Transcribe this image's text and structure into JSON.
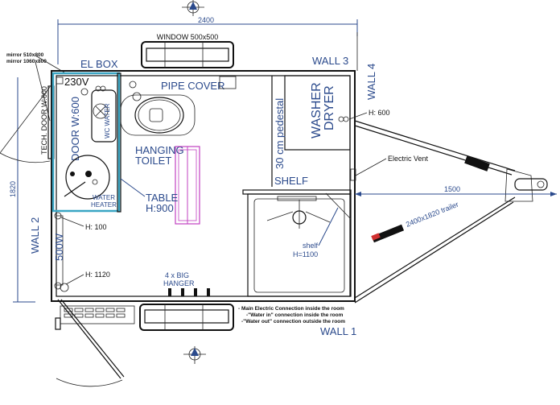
{
  "dimensions": {
    "width": "2400",
    "height": "1820",
    "tongue": "1500"
  },
  "walls": {
    "wall1": "WALL 1",
    "wall2": "WALL 2",
    "wall3": "WALL 3",
    "wall4": "WALL 4"
  },
  "labels": {
    "window": "WINDOW 500x500",
    "el_box": "EL BOX",
    "voltage": "230V",
    "pipe_cover": "PIPE COVER",
    "door": "DOOR W:600",
    "tech_door": "TECH. DOOR W:600",
    "wc_water": "WC WATER",
    "hanging_toilet_1": "HANGING",
    "hanging_toilet_2": "TOILET",
    "table_1": "TABLE",
    "table_2": "H:900",
    "water_heater_1": "WATER",
    "water_heater_2": "HEATER",
    "pedestal": "30 cm pedestal",
    "washer": "WASHER",
    "dryer": "DRYER",
    "shelf": "SHELF",
    "shelf_small": "shelf",
    "shelf_height": "H=1100",
    "h600": "H: 600",
    "h100": "H: 100",
    "h1120": "H: 1120",
    "radiator": "500W",
    "hanger_1": "4 x BIG",
    "hanger_2": "HANGER",
    "electric_vent": "Electric Vent",
    "trailer": "2400x1820 trailer",
    "mirror_1": "mirror 510x800",
    "mirror_2": "mirror 1060x800"
  },
  "notes": [
    "- Main Electric Connection inside the room",
    "-\"Water in\" connection inside the room",
    "-\"Water out\" connection outside the room"
  ],
  "colors": {
    "annotation": "#2b4a8c",
    "highlight": "#3aa6c4",
    "table": "#c040c0"
  }
}
